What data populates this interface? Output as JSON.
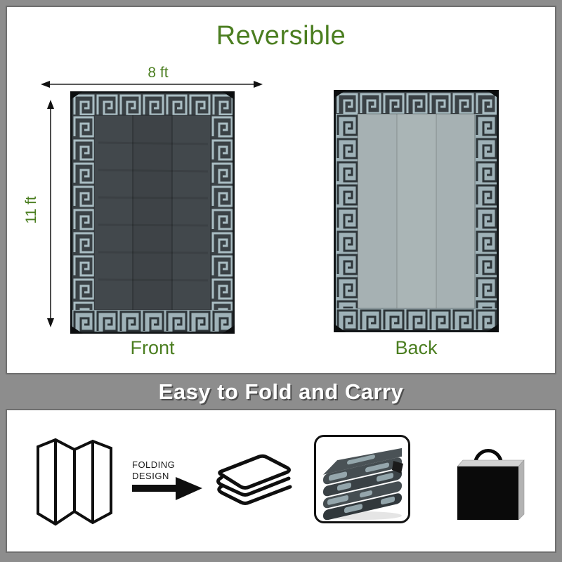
{
  "header": {
    "title": "Reversible"
  },
  "top_section": {
    "width_dimension": "8 ft",
    "height_dimension": "11 ft",
    "front_label": "Front",
    "back_label": "Back"
  },
  "banner": {
    "text": "Easy to Fold and Carry"
  },
  "bottom_section": {
    "folding_design_line1": "FOLDING",
    "folding_design_line2": "DESIGN",
    "icons": [
      "accordion-fold-icon",
      "folding-arrow-icon",
      "folded-blanket-icon",
      "folded-mat-photo",
      "carry-bag-icon"
    ]
  },
  "colors": {
    "accent_green": "#4b7e20",
    "frame_gray": "#8d8d8d",
    "banner_text_color": "#ffffff",
    "rug_dark_band": "#3a4145",
    "rug_light_band": "#9fb2b8",
    "rug_key_light": "#a9bdc3",
    "rug_key_dark": "#2e3539",
    "rug_front_center": "#42484c",
    "rug_back_center": "#a6b1b3"
  }
}
